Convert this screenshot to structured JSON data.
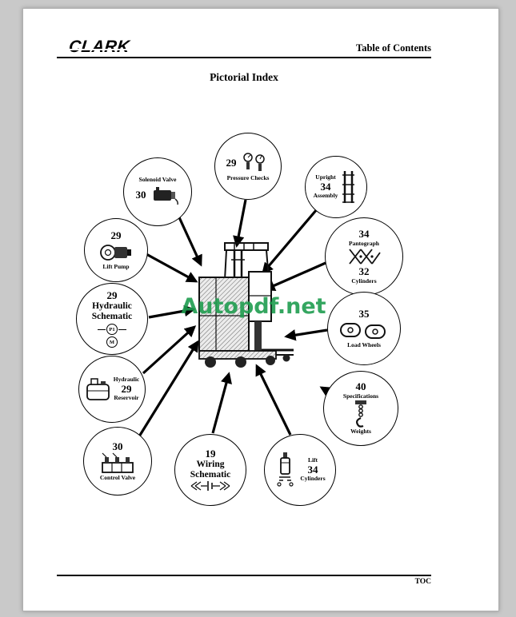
{
  "page": {
    "brand": "CLARK",
    "header_right": "Table of Contents",
    "title": "Pictorial Index",
    "footer_label": "TOC",
    "watermark": "Autopdf.net",
    "colors": {
      "watermark": "#1f9d4f",
      "page_bg": "#ffffff",
      "frame_bg": "#c9c9c9",
      "ink": "#000000"
    }
  },
  "callouts": {
    "solenoid_valve": {
      "number": "30",
      "label": "Solenoid Valve"
    },
    "pressure_checks": {
      "number": "29",
      "label": "Pressure Checks"
    },
    "upright_assembly": {
      "number": "34",
      "label_top": "Upright",
      "label_bottom": "Assembly"
    },
    "lift_pump": {
      "number": "29",
      "label": "Lift Pump"
    },
    "hydraulic_schematic": {
      "number": "29",
      "label_top": "Hydraulic",
      "label_bottom": "Schematic",
      "port": "P1",
      "motor": "M"
    },
    "pantograph_cylinders": {
      "number_top": "34",
      "label_top": "Pantograph",
      "number_bottom": "32",
      "label_bottom": "Cylinders"
    },
    "load_wheels": {
      "number": "35",
      "label": "Load Wheels"
    },
    "hydraulic_reservoir": {
      "label_top": "Hydraulic",
      "number": "29",
      "label_bottom": "Reservoir"
    },
    "specifications_weights": {
      "number": "40",
      "label_top": "Specifications",
      "label_bottom": "Weights"
    },
    "control_valve": {
      "number": "30",
      "label": "Control Valve"
    },
    "wiring_schematic": {
      "number": "19",
      "label_top": "Wiring",
      "label_bottom": "Schematic"
    },
    "lift_cylinders": {
      "label_top": "Lift",
      "number": "34",
      "label_bottom": "Cylinders"
    }
  }
}
